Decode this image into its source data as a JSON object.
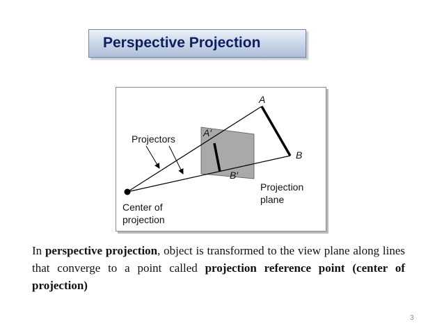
{
  "slide": {
    "title": "Perspective Projection",
    "page_number": "3"
  },
  "figure": {
    "label_A": "A",
    "label_B": "B",
    "label_A_prime": "A′",
    "label_B_prime": "B′",
    "projectors_label": "Projectors",
    "plane_label_line1": "Projection",
    "plane_label_line2": "plane",
    "center_label_line1": "Center of",
    "center_label_line2": "projection",
    "colors": {
      "plane_fill": "#a9a9a9",
      "line": "#000000"
    }
  },
  "paragraph": {
    "part1": "In ",
    "bold1": "perspective projection",
    "part2": ", object is transformed to the view plane along lines that converge to a point called ",
    "bold2": "projection reference point (center of projection)"
  }
}
